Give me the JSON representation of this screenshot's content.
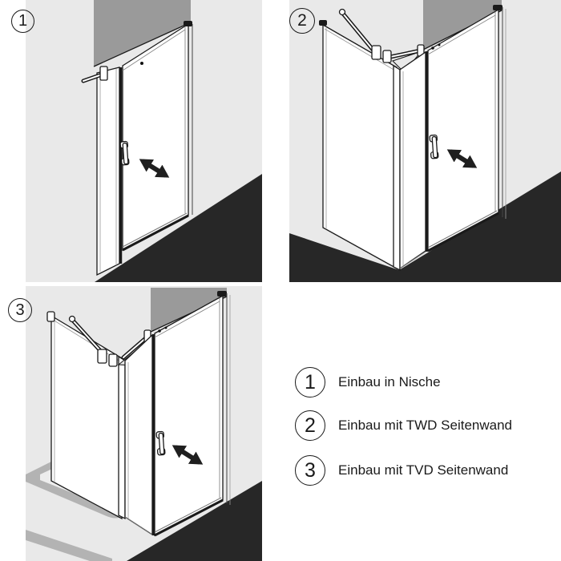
{
  "badges": {
    "d1": "1",
    "d2": "2",
    "d3": "3"
  },
  "legend": {
    "items": [
      {
        "number": "1",
        "label": "Einbau in Nische"
      },
      {
        "number": "2",
        "label": "Einbau mit TWD Seitenwand"
      },
      {
        "number": "3",
        "label": "Einbau mit TVD Seitenwand"
      }
    ]
  },
  "icons": {
    "handle": "door-handle",
    "arrow": "double-headed swing-direction arrow"
  },
  "colors": {
    "background": "#ffffff",
    "wall": "#e9e9e9",
    "recess": "#9a9a9a",
    "floor": "#272727",
    "tray_rim": "#b3b3b3",
    "tray_floor": "#ededed",
    "line": "#1a1a1a",
    "arrow": "#1f1f1f"
  }
}
